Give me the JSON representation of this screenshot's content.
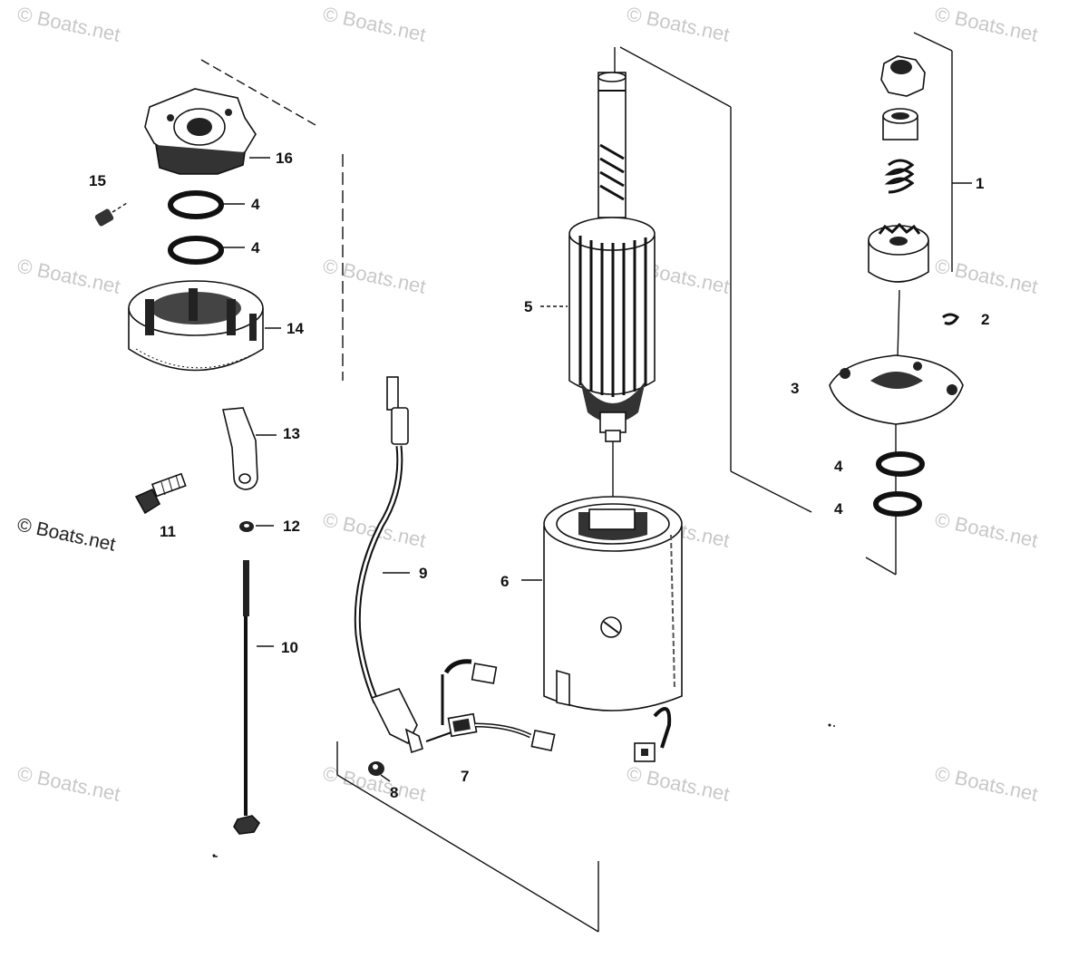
{
  "watermark": "© Boats.net",
  "callouts": {
    "c1": "1",
    "c2": "2",
    "c3": "3",
    "c4a": "4",
    "c4b": "4",
    "c4c": "4",
    "c4d": "4",
    "c5": "5",
    "c6": "6",
    "c7": "7",
    "c8": "8",
    "c9": "9",
    "c10": "10",
    "c11": "11",
    "c12": "12",
    "c13": "13",
    "c14": "14",
    "c15": "15",
    "c16": "16"
  }
}
